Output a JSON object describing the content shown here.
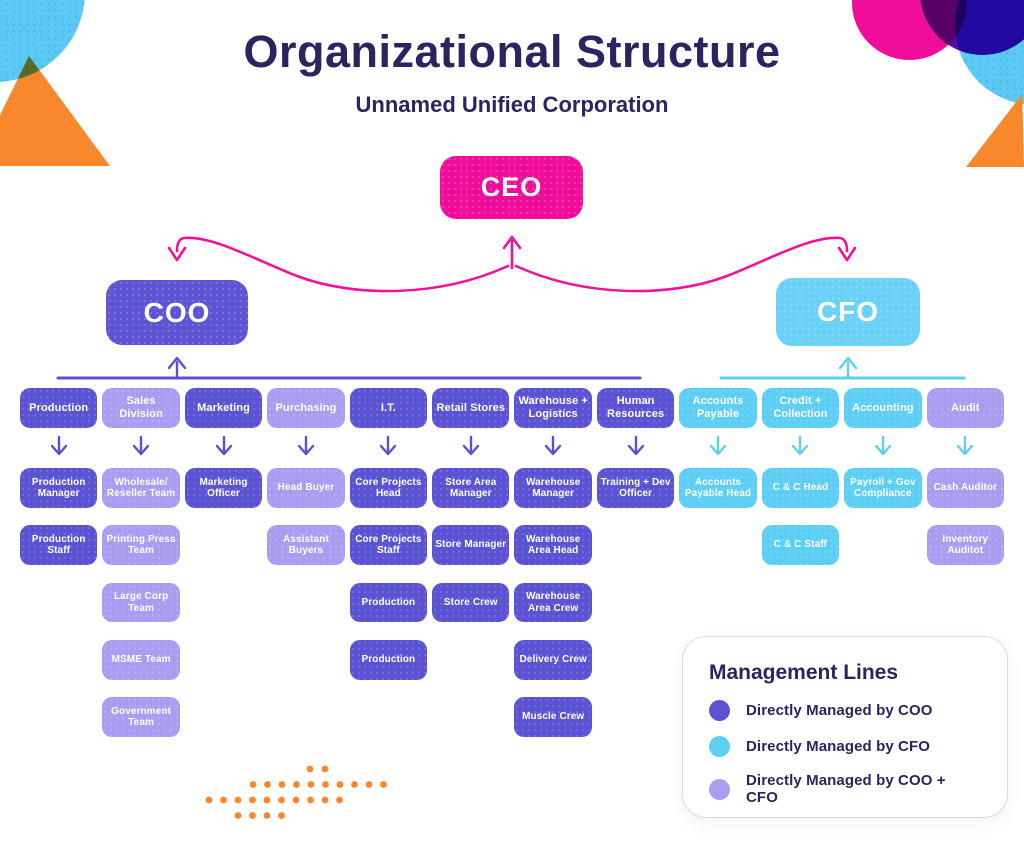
{
  "header": {
    "title": "Organizational Structure",
    "subtitle": "Unnamed Unified Corporation"
  },
  "executives": {
    "ceo": "CEO",
    "coo": "COO",
    "cfo": "CFO"
  },
  "colors": {
    "ceo_pink": "#F00D9B",
    "coo_purple": "#5E55D4",
    "cfo_blue": "#6BD1F7",
    "managed_coo": "#5B53D3",
    "managed_cfo": "#5DCEF4",
    "managed_both": "#A89DF1",
    "arrow_pink": "#F2109E",
    "line_purple": "#5B50D3",
    "line_cyan": "#5FCDF4",
    "navy_text": "#2A2560",
    "orange_accent": "#F8882B"
  },
  "org_columns": [
    {
      "side": "coo",
      "cells": [
        {
          "row": 1,
          "label": "Production",
          "color": "managed_coo"
        },
        {
          "row": 2,
          "label": "Production Manager",
          "color": "managed_coo"
        },
        {
          "row": 3,
          "label": "Production Staff",
          "color": "managed_coo"
        }
      ]
    },
    {
      "side": "coo",
      "cells": [
        {
          "row": 1,
          "label": "Sales Division",
          "color": "managed_both"
        },
        {
          "row": 2,
          "label": "Wholesale/ Reseller Team",
          "color": "managed_both"
        },
        {
          "row": 3,
          "label": "Printing Press Team",
          "color": "managed_both"
        },
        {
          "row": 4,
          "label": "Large Corp Team",
          "color": "managed_both"
        },
        {
          "row": 5,
          "label": "MSME Team",
          "color": "managed_both"
        },
        {
          "row": 6,
          "label": "Government Team",
          "color": "managed_both"
        }
      ]
    },
    {
      "side": "coo",
      "cells": [
        {
          "row": 1,
          "label": "Marketing",
          "color": "managed_coo"
        },
        {
          "row": 2,
          "label": "Marketing Officer",
          "color": "managed_coo"
        }
      ]
    },
    {
      "side": "coo",
      "cells": [
        {
          "row": 1,
          "label": "Purchasing",
          "color": "managed_both"
        },
        {
          "row": 2,
          "label": "Head Buyer",
          "color": "managed_both"
        },
        {
          "row": 3,
          "label": "Assistant Buyers",
          "color": "managed_both"
        }
      ]
    },
    {
      "side": "coo",
      "cells": [
        {
          "row": 1,
          "label": "I.T.",
          "color": "managed_coo"
        },
        {
          "row": 2,
          "label": "Core Projects Head",
          "color": "managed_coo"
        },
        {
          "row": 3,
          "label": "Core Projects Staff",
          "color": "managed_coo"
        },
        {
          "row": 4,
          "label": "Production",
          "color": "managed_coo"
        },
        {
          "row": 5,
          "label": "Production",
          "color": "managed_coo"
        }
      ]
    },
    {
      "side": "coo",
      "cells": [
        {
          "row": 1,
          "label": "Retail Stores",
          "color": "managed_coo"
        },
        {
          "row": 2,
          "label": "Store Area Manager",
          "color": "managed_coo"
        },
        {
          "row": 3,
          "label": "Store Manager",
          "color": "managed_coo"
        },
        {
          "row": 4,
          "label": "Store Crew",
          "color": "managed_coo"
        }
      ]
    },
    {
      "side": "coo",
      "cells": [
        {
          "row": 1,
          "label": "Warehouse + Logistics",
          "color": "managed_coo"
        },
        {
          "row": 2,
          "label": "Warehouse Manager",
          "color": "managed_coo"
        },
        {
          "row": 3,
          "label": "Warehouse Area Head",
          "color": "managed_coo"
        },
        {
          "row": 4,
          "label": "Warehouse Area Crew",
          "color": "managed_coo"
        },
        {
          "row": 5,
          "label": "Delivery Crew",
          "color": "managed_coo"
        },
        {
          "row": 6,
          "label": "Muscle Crew",
          "color": "managed_coo"
        }
      ]
    },
    {
      "side": "coo",
      "cells": [
        {
          "row": 1,
          "label": "Human Resources",
          "color": "managed_coo"
        },
        {
          "row": 2,
          "label": "Training + Dev Officer",
          "color": "managed_coo"
        }
      ]
    },
    {
      "side": "cfo",
      "cells": [
        {
          "row": 1,
          "label": "Accounts Payable",
          "color": "managed_cfo"
        },
        {
          "row": 2,
          "label": "Accounts Payable Head",
          "color": "managed_cfo"
        }
      ]
    },
    {
      "side": "cfo",
      "cells": [
        {
          "row": 1,
          "label": "Credit + Collection",
          "color": "managed_cfo"
        },
        {
          "row": 2,
          "label": "C & C Head",
          "color": "managed_cfo"
        },
        {
          "row": 3,
          "label": "C & C Staff",
          "color": "managed_cfo"
        }
      ]
    },
    {
      "side": "cfo",
      "cells": [
        {
          "row": 1,
          "label": "Accounting",
          "color": "managed_cfo"
        },
        {
          "row": 2,
          "label": "Payroll + Gov Compliance",
          "color": "managed_cfo"
        }
      ]
    },
    {
      "side": "cfo",
      "cells": [
        {
          "row": 1,
          "label": "Audit",
          "color": "managed_both"
        },
        {
          "row": 2,
          "label": "Cash Auditor",
          "color": "managed_both"
        },
        {
          "row": 3,
          "label": "Inventory Auditot",
          "color": "managed_both"
        }
      ]
    }
  ],
  "legend": {
    "title": "Management Lines",
    "items": [
      {
        "label": "Directly Managed by COO",
        "color": "managed_coo"
      },
      {
        "label": "Directly Managed by CFO",
        "color": "managed_cfo"
      },
      {
        "label": "Directly Managed by COO + CFO",
        "color": "managed_both"
      }
    ]
  }
}
